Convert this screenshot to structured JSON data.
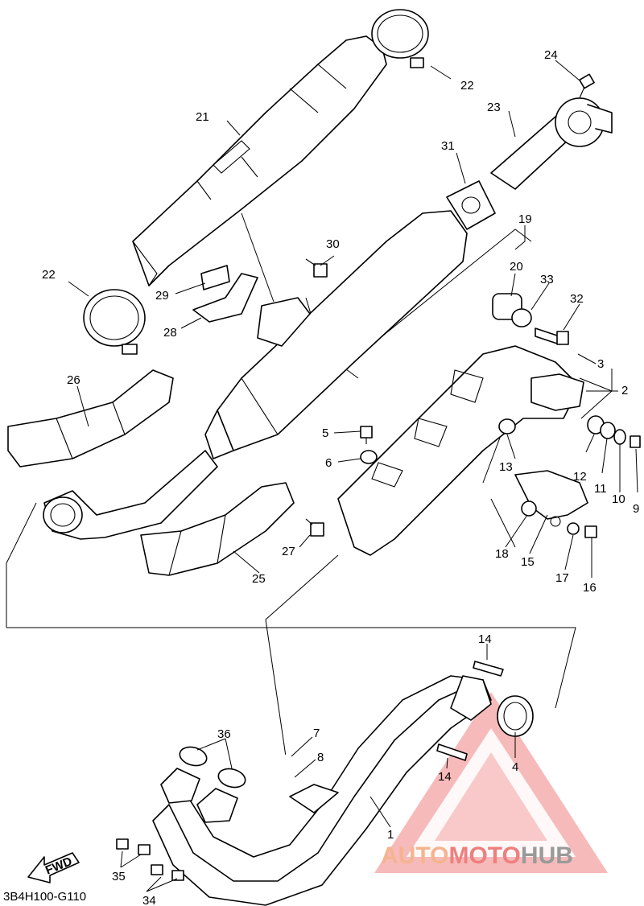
{
  "diagram_code": "3B4H100-G110",
  "fwd_label": "FWD",
  "watermark": {
    "part1": "AUTO",
    "part2": "MOTO",
    "part3": "HUB",
    "color1": "#f5b48f",
    "color2": "#ef7f7f",
    "color3": "#9a9a9a"
  },
  "callouts": {
    "c1": "1",
    "c2": "2",
    "c3": "3",
    "c4": "4",
    "c5": "5",
    "c6": "6",
    "c7": "7",
    "c8": "8",
    "c9": "9",
    "c10": "10",
    "c11": "11",
    "c12": "12",
    "c13": "13",
    "c14a": "14",
    "c14b": "14",
    "c15": "15",
    "c16": "16",
    "c17": "17",
    "c18": "18",
    "c19": "19",
    "c20": "20",
    "c21": "21",
    "c22a": "22",
    "c22b": "22",
    "c23": "23",
    "c24": "24",
    "c25": "25",
    "c26": "26",
    "c27": "27",
    "c28": "28",
    "c29": "29",
    "c30": "30",
    "c31": "31",
    "c32": "32",
    "c33": "33",
    "c34": "34",
    "c35": "35",
    "c36": "36"
  }
}
